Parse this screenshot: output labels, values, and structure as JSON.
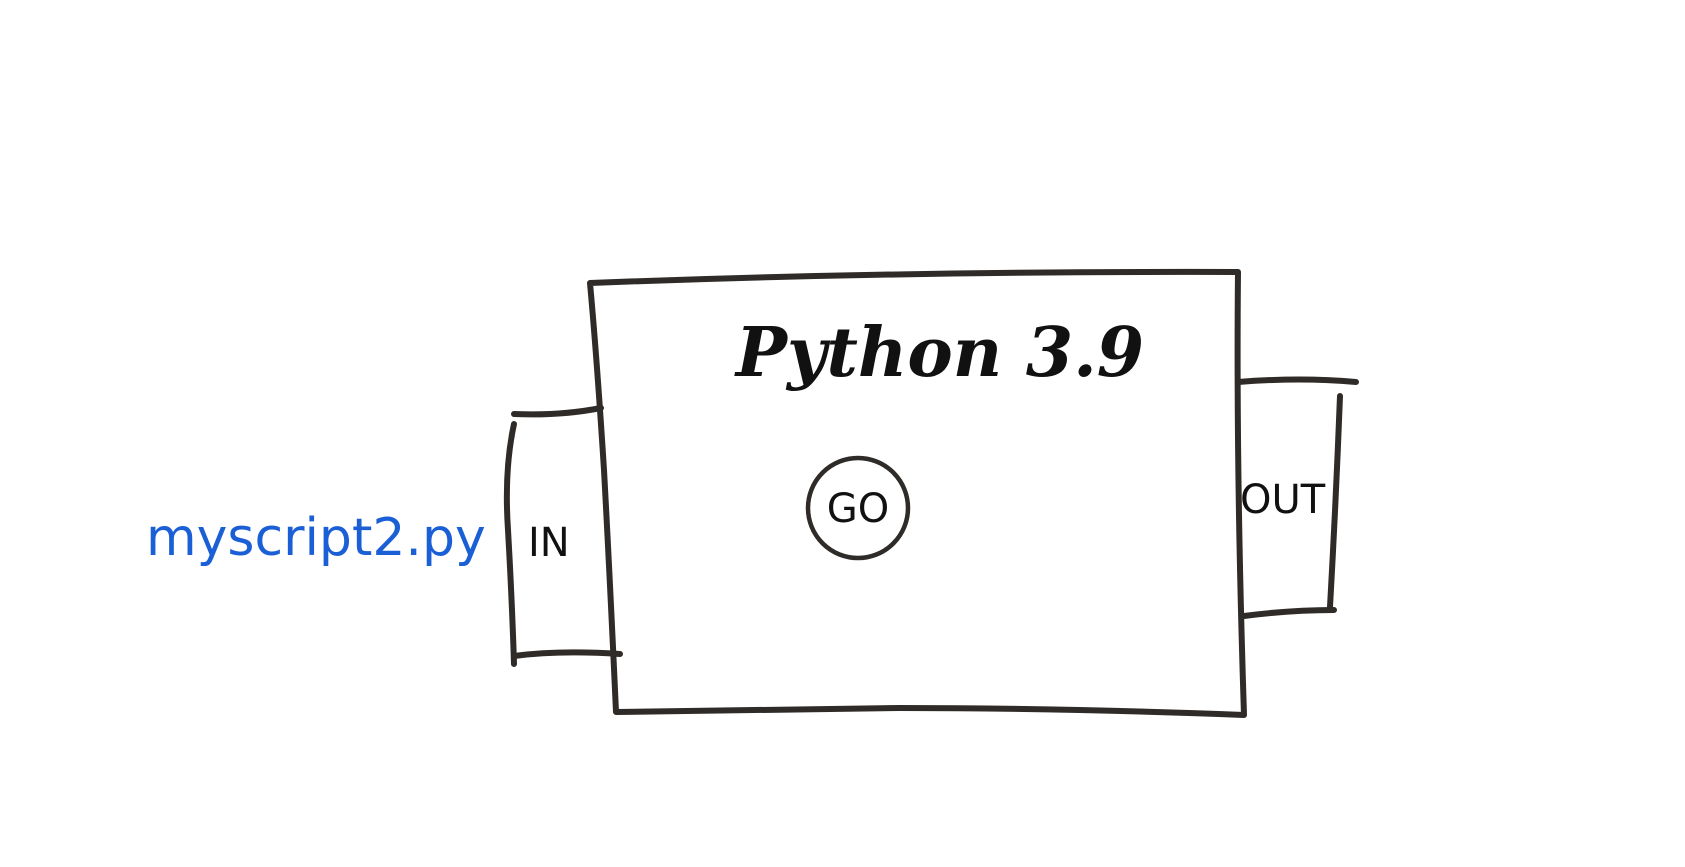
{
  "diagram": {
    "interpreter_box": {
      "title": "Python 3.9",
      "go_button_label": "GO"
    },
    "input_port": {
      "label": "IN"
    },
    "output_port": {
      "label": "OUT"
    },
    "input_file": {
      "label": "myscript2.py"
    }
  },
  "colors": {
    "ink": "#2e2b28",
    "text": "#111111",
    "file_label": "#1a5fd6",
    "background": "#ffffff"
  }
}
